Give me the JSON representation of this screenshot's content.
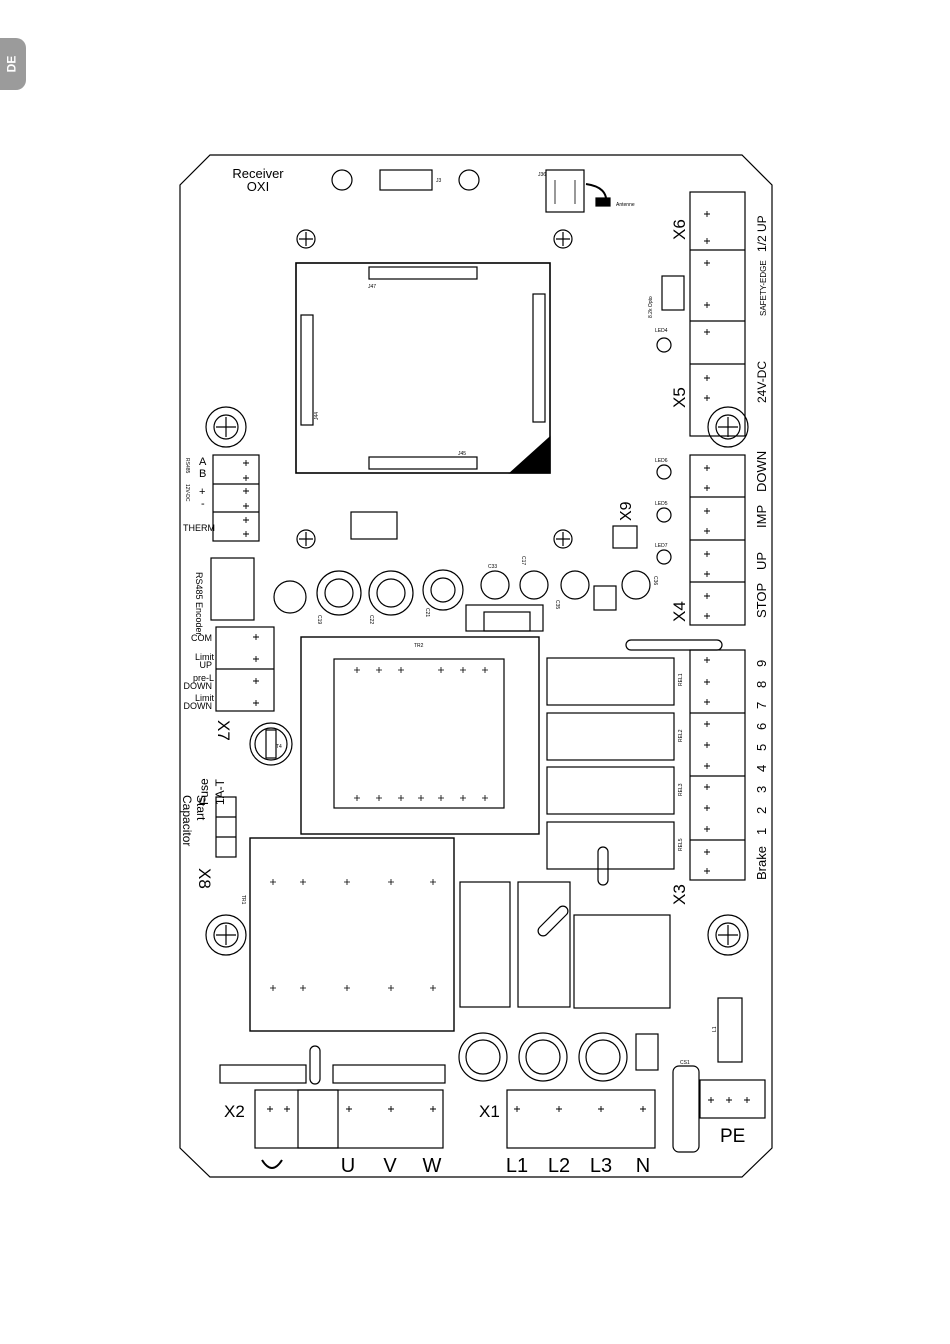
{
  "tab": {
    "language": "DE"
  },
  "receiver": {
    "line1": "Receiver",
    "line2": "OXI",
    "antenna": "Antenne"
  },
  "rs485": {
    "a": "A",
    "b": "B",
    "plus": "+",
    "minus": "-",
    "bus": "RS485",
    "v12": "12V-DC",
    "therm": "THERM",
    "encoder": "RS485 Encoder"
  },
  "limits": {
    "com": "COM",
    "limit_up_1": "Limit",
    "limit_up_2": "UP",
    "pre_down_1": "pre-L",
    "pre_down_2": "DOWN",
    "limit_down_1": "Limit",
    "limit_down_2": "DOWN"
  },
  "fuse": {
    "line1": "Fuse",
    "line2": "1A-T"
  },
  "capacitor": {
    "line1": "Start",
    "line2": "Capacitor"
  },
  "right": {
    "up12": "1/2 UP",
    "safety_edge": "SAFETY-EDGE",
    "v24": "24V-DC",
    "opto": "8.2k Opto",
    "down": "DOWN",
    "imp": "IMP",
    "up": "UP",
    "stop": "STOP",
    "n9": "9",
    "n8": "8",
    "n7": "7",
    "n6": "6",
    "n5": "5",
    "n4": "4",
    "n3": "3",
    "n2": "2",
    "n1": "1",
    "brake": "Brake"
  },
  "connectors": {
    "x1": "X1",
    "x2": "X2",
    "x3": "X3",
    "x4": "X4",
    "x5": "X5",
    "x6": "X6",
    "x7": "X7",
    "x8": "X8",
    "x9": "X9",
    "pe": "PE"
  },
  "bottom": {
    "u": "U",
    "v": "V",
    "w": "W",
    "l1": "L1",
    "l2": "L2",
    "l3": "L3",
    "n": "N"
  },
  "refs": {
    "tr1": "TR1",
    "tr2": "TR2",
    "rel1": "REL1",
    "rel2": "REL2",
    "rel3": "REL3",
    "rel5": "REL5",
    "led4": "LED4",
    "led5": "LED5",
    "led6": "LED6",
    "led7": "LED7",
    "c19": "C19",
    "c17": "C17",
    "c21": "C21",
    "c22": "C22",
    "c33": "C33",
    "c35": "C35",
    "c36": "C36",
    "j44": "J44",
    "j45": "J45",
    "j47": "J47",
    "j3": "J3",
    "j36": "J36",
    "l1": "L1",
    "cs1": "CS1",
    "t4": "T4"
  }
}
